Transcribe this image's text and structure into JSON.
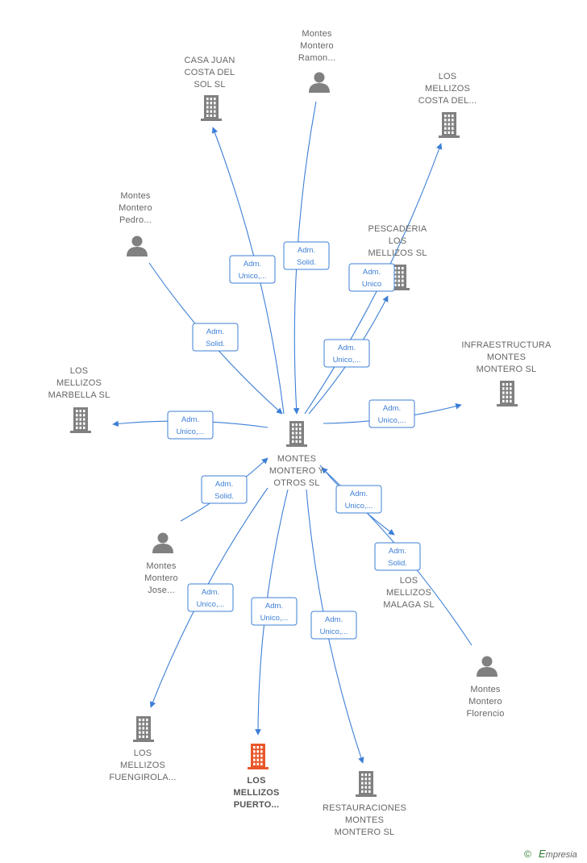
{
  "colors": {
    "edge": "#3d7fd6",
    "node": "#808080",
    "highlight": "#e8572a",
    "text": "#666666",
    "brand": "#2e7d32"
  },
  "nodes": [
    {
      "id": "center",
      "type": "company",
      "lines": [
        "MONTES",
        "MONTERO Y",
        "OTROS  SL"
      ]
    },
    {
      "id": "casa",
      "type": "company",
      "lines": [
        "CASA JUAN",
        "COSTA DEL",
        "SOL  SL"
      ]
    },
    {
      "id": "ramon",
      "type": "person",
      "lines": [
        "Montes",
        "Montero",
        "Ramon..."
      ]
    },
    {
      "id": "costa",
      "type": "company",
      "lines": [
        "LOS",
        "MELLIZOS",
        "COSTA DEL..."
      ]
    },
    {
      "id": "pedro",
      "type": "person",
      "lines": [
        "Montes",
        "Montero",
        "Pedro..."
      ]
    },
    {
      "id": "pescaderia",
      "type": "company",
      "lines": [
        "PESCADERIA",
        "LOS",
        "MELLIZOS  SL"
      ]
    },
    {
      "id": "infra",
      "type": "company",
      "lines": [
        "INFRAESTRUCTURA",
        "MONTES",
        "MONTERO  SL"
      ]
    },
    {
      "id": "marbella",
      "type": "company",
      "lines": [
        "LOS",
        "MELLIZOS",
        "MARBELLA  SL"
      ]
    },
    {
      "id": "jose",
      "type": "person",
      "lines": [
        "Montes",
        "Montero",
        "Jose..."
      ]
    },
    {
      "id": "malaga",
      "type": "company",
      "lines": [
        "LOS",
        "MELLIZOS",
        "MALAGA SL"
      ]
    },
    {
      "id": "florencio",
      "type": "person",
      "lines": [
        "Montes",
        "Montero",
        "Florencio"
      ]
    },
    {
      "id": "fuengirola",
      "type": "company",
      "lines": [
        "LOS",
        "MELLIZOS",
        "FUENGIROLA..."
      ]
    },
    {
      "id": "puerto",
      "type": "company",
      "highlight": true,
      "lines": [
        "LOS",
        "MELLIZOS",
        "PUERTO..."
      ]
    },
    {
      "id": "restauraciones",
      "type": "company",
      "lines": [
        "RESTAURACIONES",
        "MONTES",
        "MONTERO  SL"
      ]
    }
  ],
  "edges": [
    {
      "from": "center",
      "to": "casa",
      "lines": [
        "Adm.",
        "Unico,..."
      ]
    },
    {
      "from": "ramon",
      "to": "center",
      "lines": [
        "Adm.",
        "Solid."
      ]
    },
    {
      "from": "center",
      "to": "costa",
      "lines": [
        "Adm.",
        "Unico"
      ]
    },
    {
      "from": "pedro",
      "to": "center",
      "lines": [
        "Adm.",
        "Solid."
      ]
    },
    {
      "from": "center",
      "to": "pescaderia",
      "lines": [
        "Adm.",
        "Unico,..."
      ]
    },
    {
      "from": "center",
      "to": "infra",
      "lines": [
        "Adm.",
        "Unico,..."
      ]
    },
    {
      "from": "center",
      "to": "marbella",
      "lines": [
        "Adm.",
        "Unico,..."
      ]
    },
    {
      "from": "jose",
      "to": "center",
      "lines": [
        "Adm.",
        "Solid."
      ]
    },
    {
      "from": "center",
      "to": "malaga",
      "lines": [
        "Adm.",
        "Unico,..."
      ]
    },
    {
      "from": "florencio",
      "to": "center",
      "lines": [
        "Adm.",
        "Solid."
      ]
    },
    {
      "from": "center",
      "to": "fuengirola",
      "lines": [
        "Adm.",
        "Unico,..."
      ]
    },
    {
      "from": "center",
      "to": "puerto",
      "lines": [
        "Adm.",
        "Unico,..."
      ]
    },
    {
      "from": "center",
      "to": "restauraciones",
      "lines": [
        "Adm.",
        "Unico,..."
      ]
    }
  ],
  "footer": {
    "copyright": "©",
    "brand": "mpresia",
    "brand_initial": "E"
  }
}
